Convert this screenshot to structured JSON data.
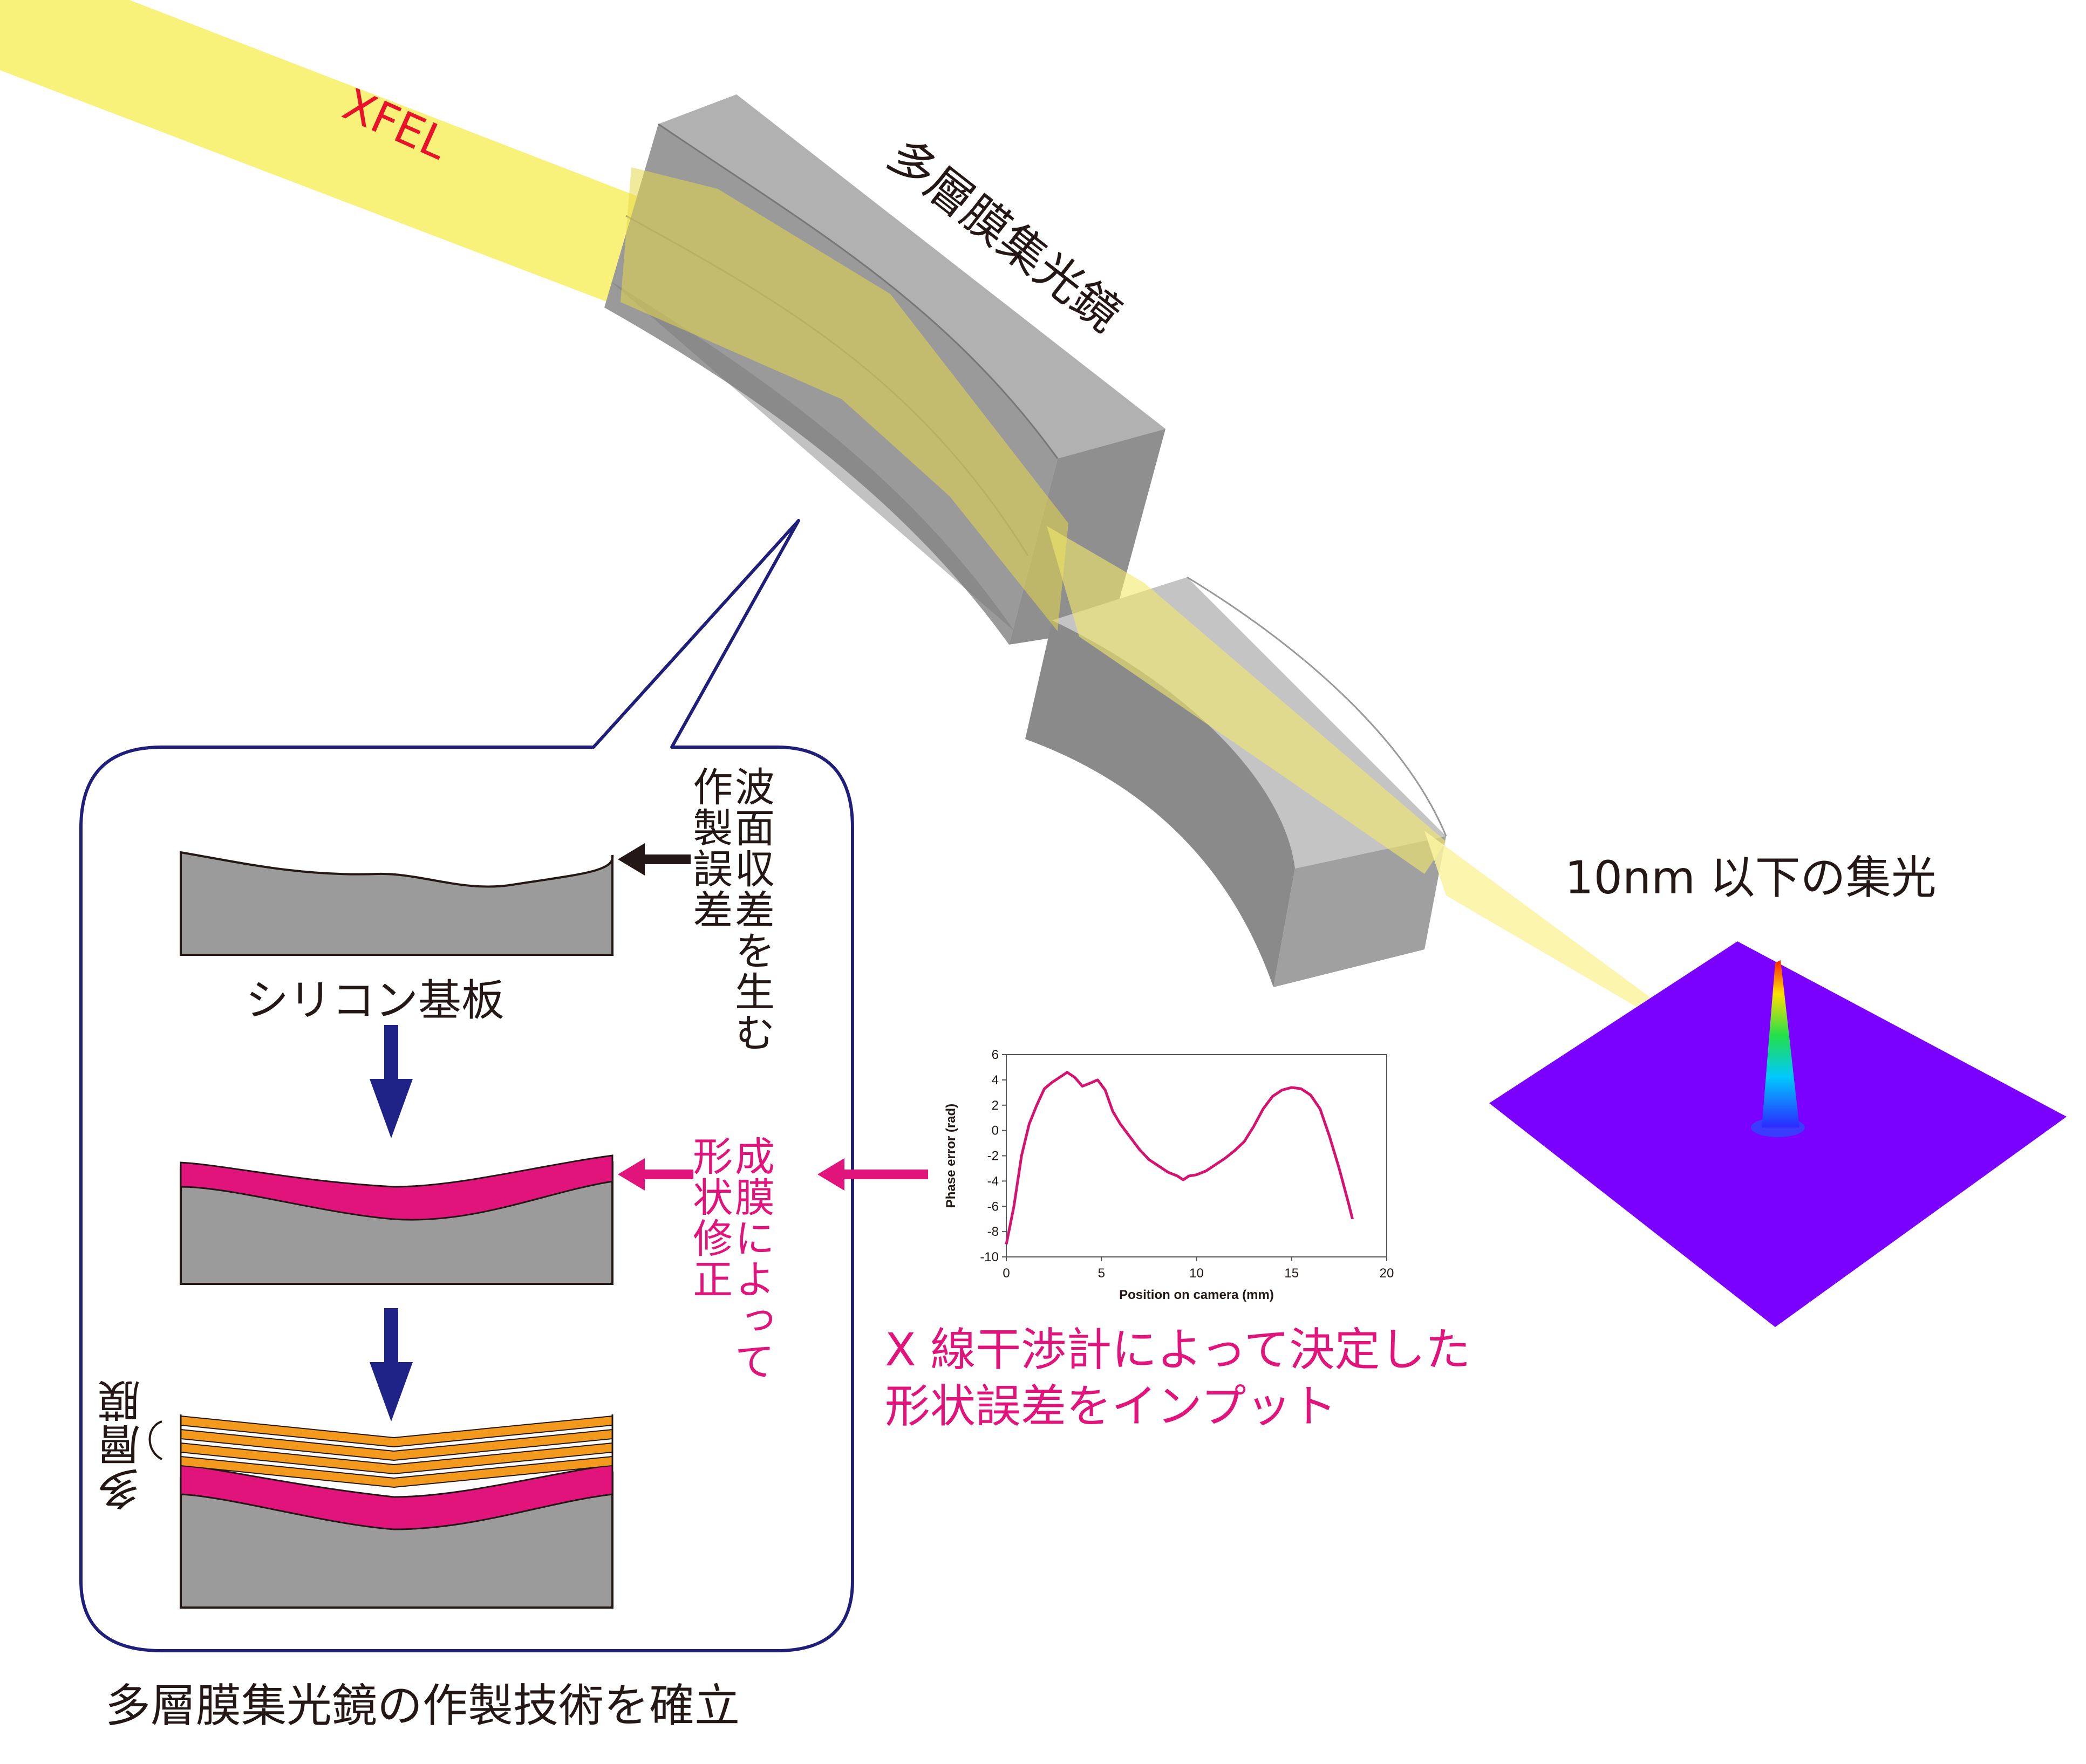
{
  "beam_label": "XFEL",
  "mirror_label": "多層膜集光鏡",
  "focus_label": "10nm 以下の集光",
  "panel": {
    "error_note": "波面収差を生む\n作製誤差",
    "correction_note": "成膜によって\n形状修正",
    "substrate_label": "シリコン基板",
    "multilayer_label": "多層膜",
    "caption": "多層膜集光鏡の作製技術を確立"
  },
  "input_note": [
    "X 線干渉計によって決定した",
    "形状誤差をインプット"
  ],
  "colors": {
    "beam": "#f7f06a",
    "mirror": "#8c8c8c",
    "accent": "#e0147a",
    "frame": "#1f1f7a",
    "arrow": "#1f2388",
    "multilayer": "#f39a1e",
    "xfel_text": "#e8132a",
    "focus_plane": "#7a00ff"
  },
  "chart_data": {
    "type": "line",
    "title": "",
    "xlabel": "Position on camera (mm)",
    "ylabel": "Phase error (rad)",
    "xlim": [
      0,
      20
    ],
    "ylim": [
      -10,
      6
    ],
    "xticks": [
      0,
      5,
      10,
      15,
      20
    ],
    "yticks": [
      6,
      4,
      2,
      0,
      -2,
      -4,
      -6,
      -8,
      -10
    ],
    "series": [
      {
        "name": "",
        "color": "#d4126f",
        "x": [
          0,
          0.4,
          0.8,
          1.2,
          1.6,
          2.0,
          2.4,
          2.8,
          3.2,
          3.6,
          4.0,
          4.5,
          4.8,
          5.2,
          5.6,
          6.0,
          6.5,
          7.0,
          7.5,
          8.0,
          8.5,
          9.0,
          9.3,
          9.6,
          10.0,
          10.5,
          11.0,
          11.5,
          12.0,
          12.5,
          13.0,
          13.5,
          14.0,
          14.5,
          15.0,
          15.5,
          16.0,
          16.5,
          17.0,
          17.5,
          18.0,
          18.2
        ],
        "y": [
          -9,
          -6,
          -2,
          0.5,
          2,
          3.3,
          3.8,
          4.2,
          4.6,
          4.2,
          3.5,
          3.8,
          4,
          3.2,
          1.5,
          0.5,
          -0.5,
          -1.5,
          -2.3,
          -2.8,
          -3.3,
          -3.6,
          -3.9,
          -3.6,
          -3.5,
          -3.2,
          -2.7,
          -2.2,
          -1.6,
          -0.9,
          0.3,
          1.7,
          2.7,
          3.2,
          3.4,
          3.3,
          2.8,
          1.7,
          -0.5,
          -3,
          -5.8,
          -7
        ]
      }
    ]
  }
}
